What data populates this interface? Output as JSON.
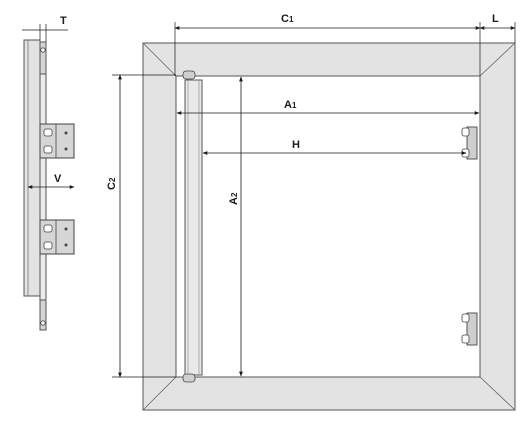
{
  "colors": {
    "frame_fill": "#e3e3e3",
    "frame_stroke": "#555555",
    "panel_fill": "#ffffff",
    "hardware_fill": "#cfcfcf",
    "dimension_line": "#1a1a1a"
  },
  "side_view": {
    "thickness_label": "T",
    "hinge_depth_label": "V"
  },
  "front_view": {
    "overall_width_label": {
      "main": "C",
      "sub": "1"
    },
    "overall_height_label": {
      "main": "C",
      "sub": "2"
    },
    "frame_lip_label": "L",
    "opening_width_label": {
      "main": "A",
      "sub": "1"
    },
    "opening_height_label": {
      "main": "A",
      "sub": "2"
    },
    "latch_to_hinge_label": "H"
  }
}
